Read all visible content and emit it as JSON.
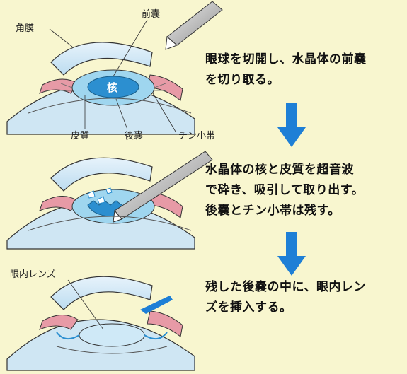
{
  "labels": {
    "cornea": "角膜",
    "anterior_capsule": "前嚢",
    "nucleus": "核",
    "cortex": "皮質",
    "posterior_capsule": "後嚢",
    "zonule": "チン小帯",
    "iol": "眼内レンズ"
  },
  "steps": [
    {
      "lines": [
        "眼球を切開し、水晶体の前嚢",
        "を切り取る。"
      ]
    },
    {
      "lines": [
        "水晶体の核と皮質を超音波",
        "で砕き、吸引して取り出す。",
        "後嚢とチン小帯は残す。"
      ]
    },
    {
      "lines": [
        "残した後嚢の中に、眼内レン",
        "ズを挿入する。"
      ]
    }
  ],
  "colors": {
    "background": "#f8f6cf",
    "arrow": "#1e7fd6",
    "nucleus": "#2c8fd0",
    "lens": "#9fd6ef",
    "iris": "#e79aa6"
  }
}
